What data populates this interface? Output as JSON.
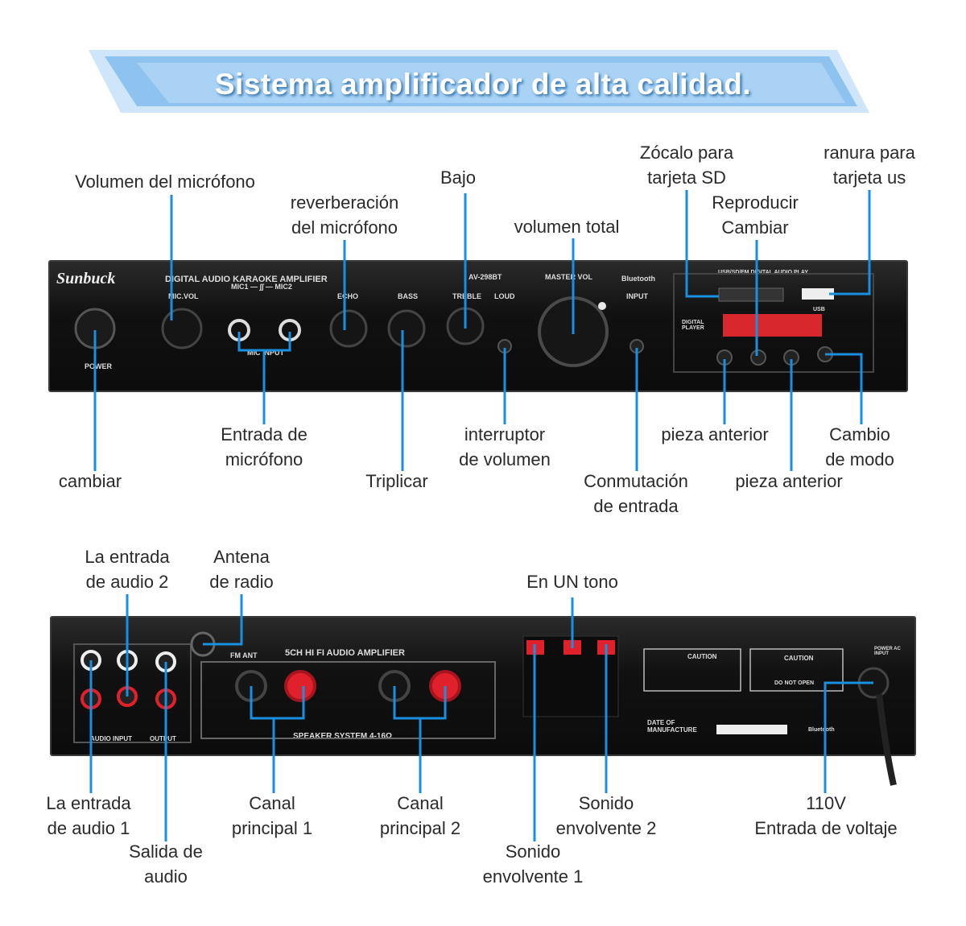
{
  "banner": {
    "title": "Sistema amplificador de alta calidad."
  },
  "front_labels": {
    "mic_volume": "Volumen del micrófono",
    "mic_reverb": [
      "reverberación",
      "del micrófono"
    ],
    "bass": "Bajo",
    "master_volume": "volumen total",
    "sd_slot": [
      "Zócalo para",
      "tarjeta SD"
    ],
    "usb_slot": [
      "ranura para",
      "tarjeta us"
    ],
    "play_switch": [
      "Reproducir",
      "Cambiar"
    ],
    "power": "cambiar",
    "mic_input": [
      "Entrada de",
      "micrófono"
    ],
    "treble": "Triplicar",
    "loud_switch": [
      "interruptor",
      "de volumen"
    ],
    "input_switch": [
      "Conmutación",
      "de entrada"
    ],
    "prev_1": "pieza anterior",
    "prev_2": "pieza anterior",
    "mode": [
      "Cambio",
      "de modo"
    ]
  },
  "rear_labels": {
    "audio_in_2": [
      "La entrada",
      "de audio 2"
    ],
    "antenna": [
      "Antena",
      "de radio"
    ],
    "tone": "En UN tono",
    "audio_in_1": [
      "La entrada",
      "de audio 1"
    ],
    "audio_out": [
      "Salida de",
      "audio"
    ],
    "main_1": [
      "Canal",
      "principal 1"
    ],
    "main_2": [
      "Canal",
      "principal 2"
    ],
    "surround_2": [
      "Sonido",
      "envolvente 2"
    ],
    "surround_1": [
      "Sonido",
      "envolvente 1"
    ],
    "voltage": [
      "110V",
      "Entrada de voltaje"
    ]
  },
  "device_front": {
    "brand": "Sunbuck",
    "subtitle": "DIGITAL AUDIO KARAOKE AMPLIFIER",
    "model": "AV-298BT",
    "power": "POWER",
    "mic_vol": "MIC.VOL",
    "mic_in": "MIC1 — ∫∫ — MIC2",
    "mic_input": "MIC INPUT",
    "echo": "ECHO",
    "bass": "BASS",
    "treble": "TREBLE",
    "loud": "LOUD",
    "master": "MASTER VOL",
    "bluetooth": "Bluetooth",
    "input": "INPUT",
    "usb_panel": "USB/SD/FM DIGITAL AUDIO PLAY",
    "digital_player": "DIGITAL PLAYER",
    "usb": "USB"
  },
  "device_rear": {
    "title": "5CH HI FI AUDIO AMPLIFIER",
    "fm_ant": "FM ANT",
    "speaker_system": "SPEAKER SYSTEM 4-16Ω",
    "audio_input": "AUDIO INPUT",
    "output": "OUTPUT",
    "caution": "CAUTION",
    "do_not_open": "DO NOT OPEN",
    "date": "DATE OF MANUFACTURE",
    "bluetooth": "Bluetooth",
    "power_ac": "POWER AC INPUT"
  },
  "colors": {
    "callout": "#1a8fe0",
    "banner": "#a9d2f5",
    "device": "#111111",
    "terminal_red": "#e0212b"
  }
}
